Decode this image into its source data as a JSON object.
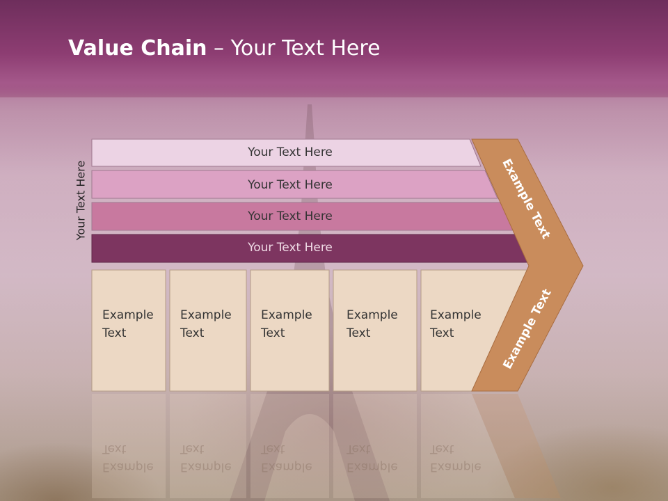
{
  "slide": {
    "title_bold": "Value Chain",
    "title_rest": " – Your Text Here",
    "side_label": "Your Text Here"
  },
  "bands": [
    {
      "label": "Your Text Here"
    },
    {
      "label": "Your Text Here"
    },
    {
      "label": "Your Text Here"
    },
    {
      "label": "Your Text Here"
    }
  ],
  "columns": [
    {
      "line1": "Example",
      "line2": "Text"
    },
    {
      "line1": "Example",
      "line2": "Text"
    },
    {
      "line1": "Example",
      "line2": "Text"
    },
    {
      "line1": "Example",
      "line2": "Text"
    },
    {
      "line1": "Example",
      "line2": "Text"
    }
  ],
  "chevron": {
    "upper_label": "Example Text",
    "lower_label": "Example Text"
  },
  "colors": {
    "header": "#8d3d72",
    "band1": "#ecd3e4",
    "band2": "#dca2c4",
    "band3": "#c8799f",
    "band4": "#7d3560",
    "column": "#ecd8c4",
    "chevron": "#c98c5c"
  }
}
